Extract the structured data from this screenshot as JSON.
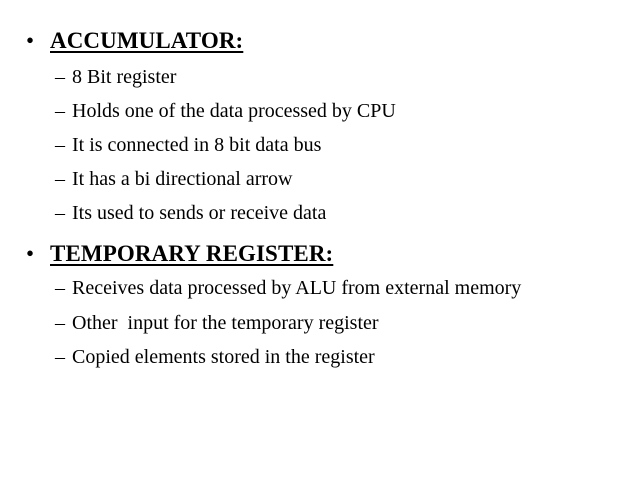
{
  "slide": {
    "background_color": "#ffffff",
    "text_color": "#000000",
    "blocks": [
      {
        "level1_bullet": "•",
        "heading": "ACCUMULATOR:",
        "sub_bullet_marker": "–",
        "sub_items": [
          "8 Bit register",
          "Holds one of the data processed by CPU",
          "It is connected in 8 bit data bus",
          "It has a bi directional arrow",
          "Its used to sends or receive data"
        ]
      },
      {
        "level1_bullet": "•",
        "heading": "TEMPORARY REGISTER:",
        "sub_bullet_marker": "–",
        "sub_items": [
          "Receives data processed by ALU from external memory",
          "Other  input for the temporary register",
          "Copied elements stored in the register"
        ]
      }
    ]
  }
}
